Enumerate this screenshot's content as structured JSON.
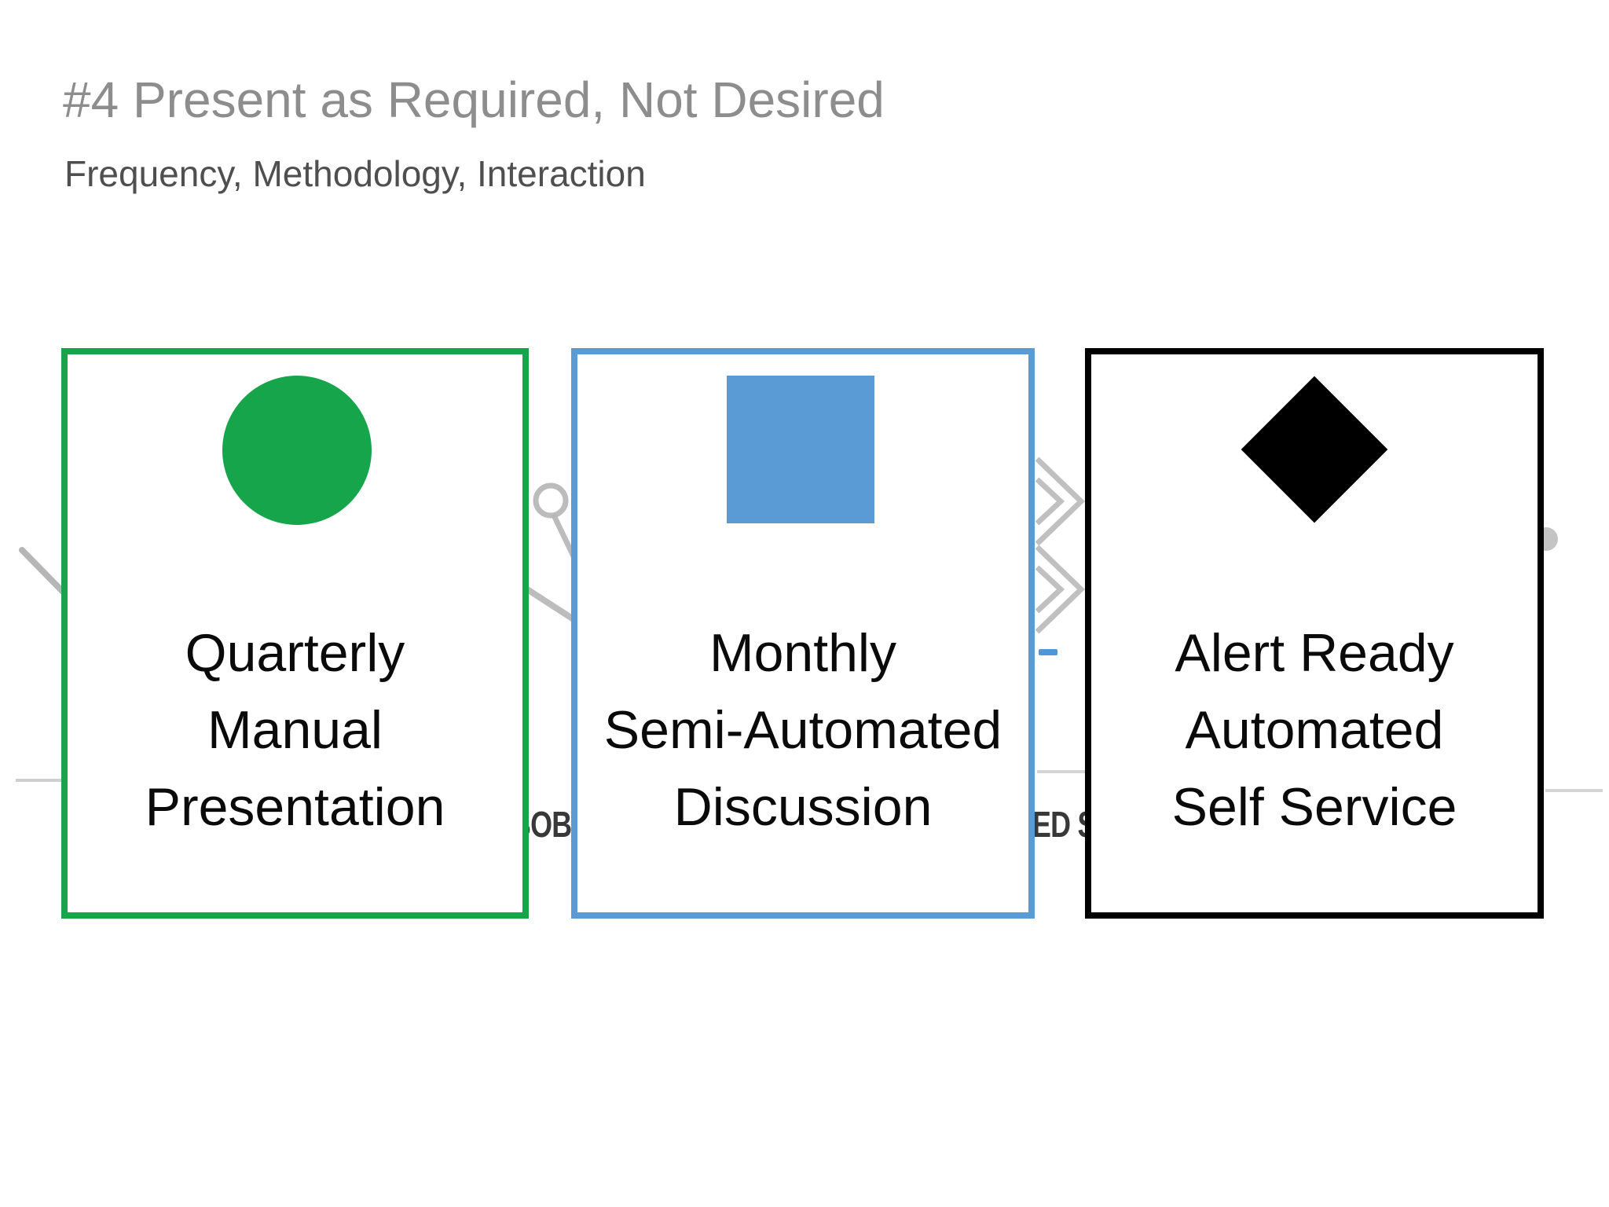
{
  "slide": {
    "title": "#4 Present as Required, Not Desired",
    "subtitle": "Frequency, Methodology, Interaction",
    "colors": {
      "title_gray": "#8d8d8d",
      "subtitle_gray": "#4f4f4f",
      "green": "#17a54c",
      "blue": "#5b9bd5",
      "black": "#000000"
    },
    "cards": [
      {
        "shape": "circle",
        "lines": [
          "Quarterly",
          "Manual",
          "Presentation"
        ]
      },
      {
        "shape": "square",
        "lines": [
          "Monthly",
          "Semi-Automated",
          "Discussion"
        ]
      },
      {
        "shape": "diamond",
        "lines": [
          "Alert Ready",
          "Automated",
          "Self Service"
        ]
      }
    ],
    "background_fragments": {
      "left_text": "BOB",
      "right_text": "ED S"
    }
  }
}
